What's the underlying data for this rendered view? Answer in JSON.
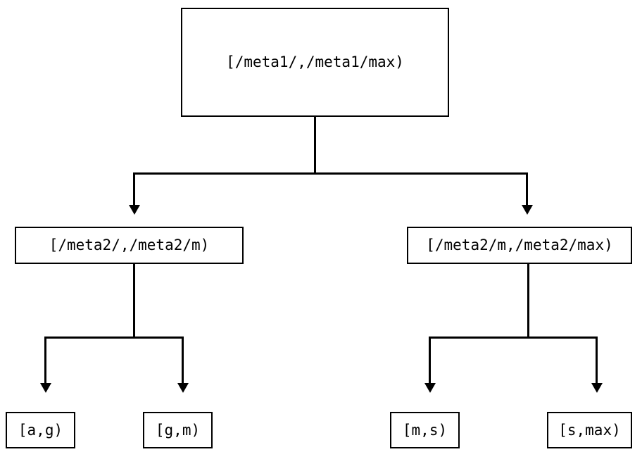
{
  "diagram": {
    "type": "tree",
    "orientation": "top-down",
    "background_color": "#ffffff",
    "line_color": "#000000",
    "text_color": "#000000",
    "nodes": [
      {
        "id": "root",
        "label": "[/meta1/,/meta1/max)",
        "level": 0
      },
      {
        "id": "mid-left",
        "label": "[/meta2/,/meta2/m)",
        "level": 1
      },
      {
        "id": "mid-right",
        "label": "[/meta2/m,/meta2/max)",
        "level": 1
      },
      {
        "id": "leaf-1",
        "label": "[a,g)",
        "level": 2
      },
      {
        "id": "leaf-2",
        "label": "[g,m)",
        "level": 2
      },
      {
        "id": "leaf-3",
        "label": "[m,s)",
        "level": 2
      },
      {
        "id": "leaf-4",
        "label": "[s,max)",
        "level": 2
      }
    ],
    "edges": [
      {
        "from": "root",
        "to": "mid-left",
        "arrow": "triangle-down"
      },
      {
        "from": "root",
        "to": "mid-right",
        "arrow": "triangle-down"
      },
      {
        "from": "mid-left",
        "to": "leaf-1",
        "arrow": "triangle-down"
      },
      {
        "from": "mid-left",
        "to": "leaf-2",
        "arrow": "triangle-down"
      },
      {
        "from": "mid-right",
        "to": "leaf-3",
        "arrow": "triangle-down"
      },
      {
        "from": "mid-right",
        "to": "leaf-4",
        "arrow": "triangle-down"
      }
    ]
  }
}
